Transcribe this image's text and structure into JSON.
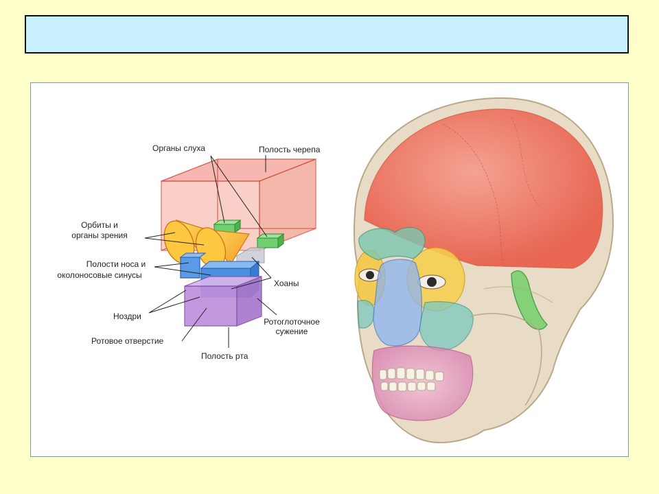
{
  "slide": {
    "title": ""
  },
  "labels": {
    "hearing_organs": "Органы слуха",
    "cranial_cavity": "Полость черепа",
    "orbits_1": "Орбиты и",
    "orbits_2": "органы зрения",
    "nasal_1": "Полости носа и",
    "nasal_2": "околоносовые синусы",
    "choanae": "Хоаны",
    "nostrils": "Ноздри",
    "oropharynx_1": "Ротоглоточное",
    "oropharynx_2": "сужение",
    "oral_opening": "Ротовое отверстие",
    "oral_cavity": "Полость рта"
  },
  "colors": {
    "background": "#ffffcc",
    "title_fill": "#c8f0ff",
    "cranial": "#f08070",
    "orbit": "#f5c040",
    "nasal": "#4a8fe0",
    "oral": "#b07ad0",
    "hearing": "#50c050",
    "bone": "#e6dccb"
  }
}
